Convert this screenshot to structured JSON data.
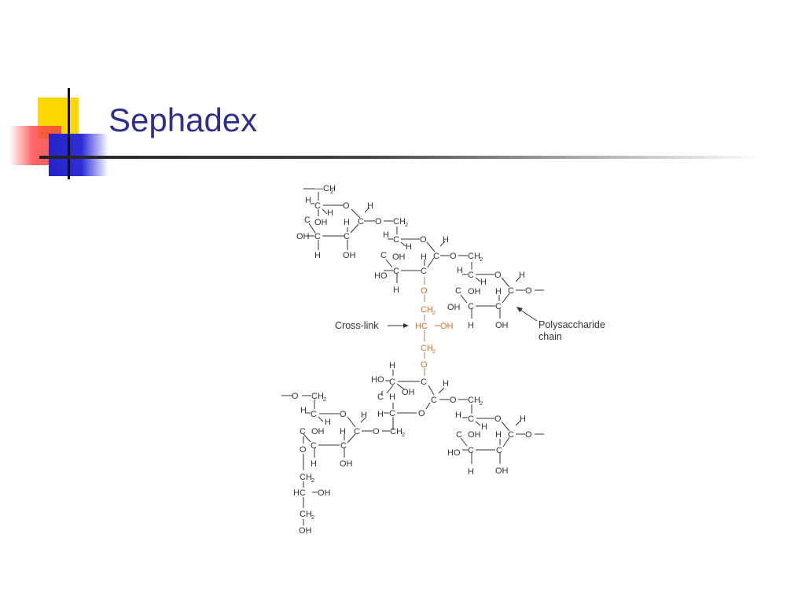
{
  "slide": {
    "title": "Sephadex"
  },
  "diagram": {
    "crosslink_label": "Cross-link",
    "chain_label_line1": "Polysaccharide",
    "chain_label_line2": "chain",
    "colors": {
      "crosslink": "#d06f2a",
      "title": "#2e2f8f",
      "bonds": "#333333"
    }
  }
}
